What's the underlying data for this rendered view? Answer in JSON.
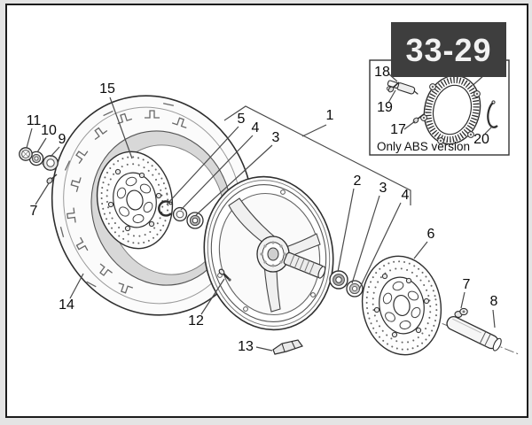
{
  "figure": {
    "code": "33-29",
    "type": "exploded-parts-diagram",
    "subject": "front wheel"
  },
  "inset": {
    "caption": "Only ABS version"
  },
  "callouts": {
    "n1": "1",
    "n2": "2",
    "n3l": "3",
    "n4l": "4",
    "n5": "5",
    "n3r": "3",
    "n4r": "4",
    "n6": "6",
    "n7l": "7",
    "n7r": "7",
    "n8": "8",
    "n9": "9",
    "n10": "10",
    "n11": "11",
    "n12": "12",
    "n13": "13",
    "n14": "14",
    "n15": "15",
    "n17": "17",
    "n18": "18",
    "n19": "19",
    "n20": "20"
  },
  "colors": {
    "page_margin": "#e4e4e4",
    "canvas": "#ffffff",
    "frame_border": "#1c1c1c",
    "code_box_bg": "#3e3e3e",
    "code_box_text": "#f2f2f2",
    "line_art": "#2e2e2e"
  }
}
